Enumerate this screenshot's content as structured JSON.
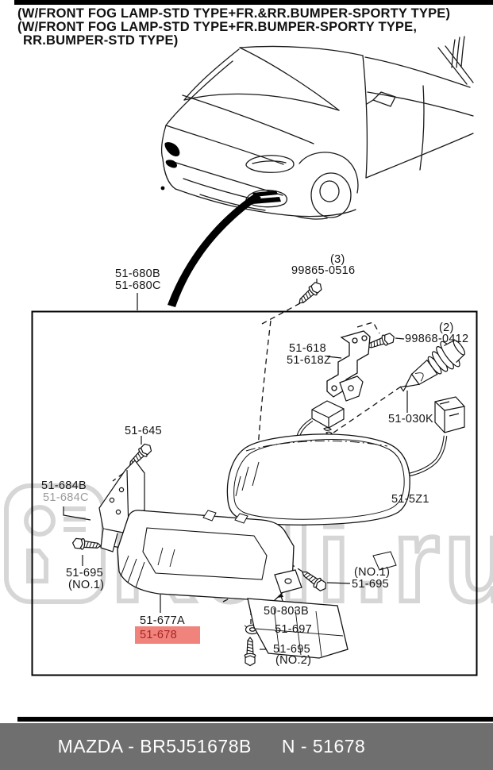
{
  "header": {
    "line1": "(W/FRONT FOG LAMP-STD TYPE+FR.&RR.BUMPER-SPORTY TYPE)",
    "line2": "(W/FRONT FOG LAMP-STD TYPE+FR.BUMPER-SPORTY TYPE,",
    "line3": "RR.BUMPER-STD TYPE)"
  },
  "watermark": {
    "text": "Ruli.ru"
  },
  "diagram": {
    "labels": {
      "l680b": "51-680B",
      "l680c": "51-680C",
      "qty3": "(3)",
      "n99865": "99865-0516",
      "qty2": "(2)",
      "n99868": "99868-0412",
      "l618": "51-618",
      "l618z": "51-618Z",
      "l030k": "51-030K",
      "l5z1": "51-5Z1",
      "l645": "51-645",
      "l684b": "51-684B",
      "l684c": "51-684C",
      "l695_left": "51-695",
      "no1_left": "(NO.1)",
      "l677a": "51-677A",
      "l678": "51-678",
      "l803b": "50-803B",
      "l697": "51-697",
      "l695_no2": "51-695",
      "no2": "(NO.2)",
      "no1_right": "(NO.1)",
      "l695_right": "51-695"
    },
    "highlight_color": "#f0847c",
    "highlight_text_color": "#a82420"
  },
  "footer": {
    "brand_part": "MAZDA - BR5J51678B",
    "catalog_number": "N - 51678"
  }
}
